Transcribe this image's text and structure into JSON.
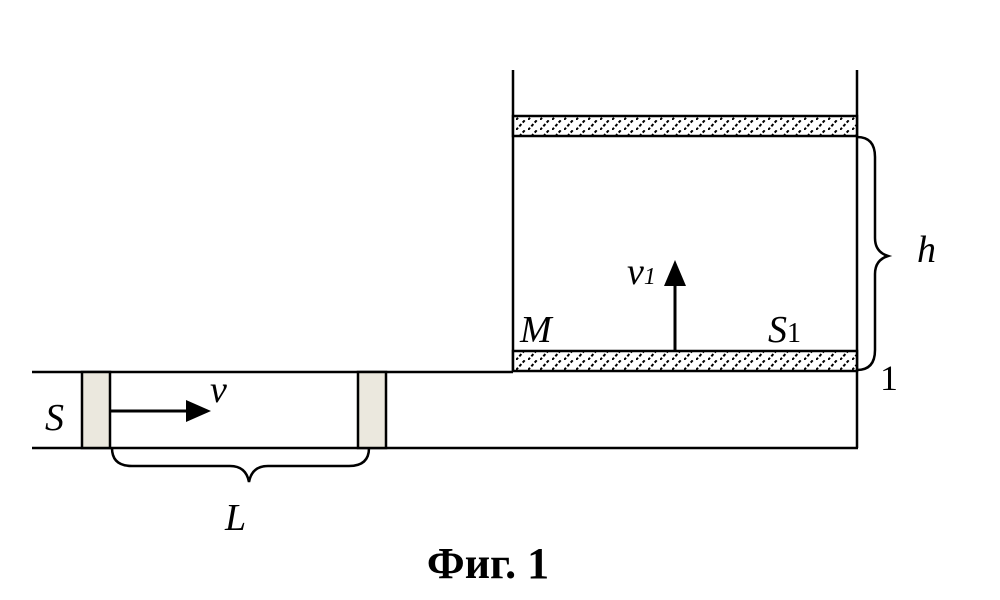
{
  "labels": {
    "S": "S",
    "v": "v",
    "L": "L",
    "M": "M",
    "v1_main": "v",
    "v1_sub": "1",
    "S1_main": "S",
    "S1_sub": "1",
    "h": "h",
    "mark_1": "1"
  },
  "caption": "Фиг. 1",
  "colors": {
    "line": "#000000",
    "piston_fill": "#ebe8de"
  }
}
